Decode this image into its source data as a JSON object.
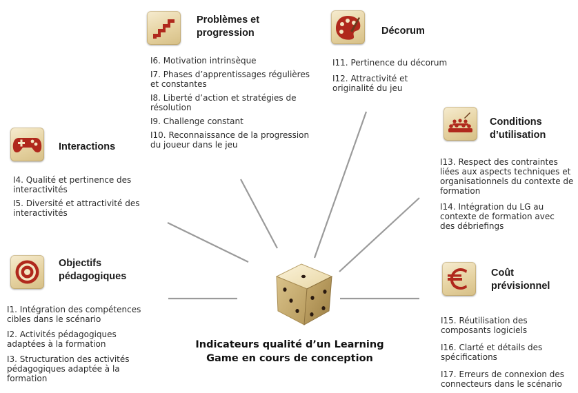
{
  "center": {
    "title_line1": "Indicateurs qualité d’un Learning",
    "title_line2": "Game en cours de conception"
  },
  "categories": {
    "problemes": {
      "icon": "stairs-icon",
      "title_line1": "Problèmes et",
      "title_line2": "progression",
      "items": [
        "I6. Motivation intrinsèque",
        "I7. Phases d’apprentissages régulières et constantes",
        "I8. Liberté d’action et stratégies de résolution",
        "I9. Challenge constant",
        "I10. Reconnaissance de la progression du joueur dans le jeu"
      ]
    },
    "decorum": {
      "icon": "palette-icon",
      "title": "Décorum",
      "items": [
        "I11. Pertinence du décorum",
        "I12. Attractivité et originalité du jeu"
      ]
    },
    "interactions": {
      "icon": "gamepad-icon",
      "title": "Interactions",
      "items": [
        "I4. Qualité et pertinence des interactivités",
        "I5. Diversité et attractivité des interactivités"
      ]
    },
    "conditions": {
      "icon": "audience-icon",
      "title_line1": "Conditions",
      "title_line2": "d’utilisation",
      "items": [
        "I13. Respect des contraintes liées aux aspects techniques et organisationnels du contexte de formation",
        "I14. Intégration du LG au contexte de formation avec des débriefings"
      ]
    },
    "objectifs": {
      "icon": "target-icon",
      "title_line1": "Objectifs",
      "title_line2": "pédagogiques",
      "items": [
        "I1. Intégration des compétences cibles dans le scénario",
        "I2. Activités pédagogiques adaptées à la formation",
        "I3. Structuration des activités pédagogiques adaptée à la formation"
      ]
    },
    "cout": {
      "icon": "euro-icon",
      "title_line1": "Coût",
      "title_line2": "prévisionnel",
      "items": [
        "I15.  Réutilisation des composants logiciels",
        "I16. Clarté et détails des spécifications",
        "I17. Erreurs de connexion des connecteurs dans le scénario"
      ]
    }
  },
  "colors": {
    "icon_red": "#b0281c",
    "icon_bg": "#ecdcb0",
    "connector": "#9a9a9a"
  }
}
